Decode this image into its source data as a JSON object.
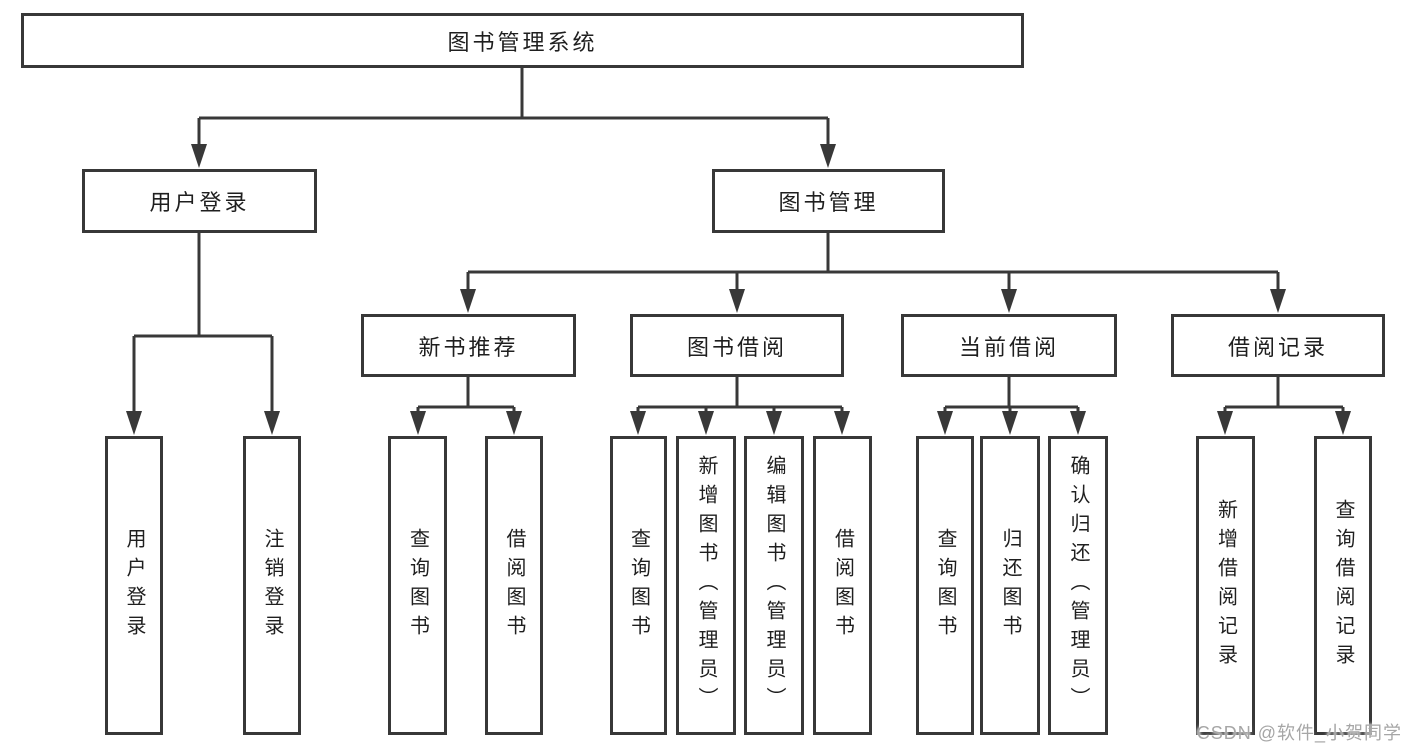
{
  "colors": {
    "line": "#383838",
    "text": "#1f1f1f",
    "watermark": "#a6a6a6",
    "background": "#ffffff"
  },
  "watermark": {
    "text": "CSDN @软件_小贺同学"
  },
  "tree": {
    "label": "图书管理系统",
    "children": [
      {
        "label": "用户登录",
        "children": [
          {
            "label": "用户登录"
          },
          {
            "label": "注销登录"
          }
        ]
      },
      {
        "label": "图书管理",
        "children": [
          {
            "label": "新书推荐",
            "children": [
              {
                "label": "查询图书"
              },
              {
                "label": "借阅图书"
              }
            ]
          },
          {
            "label": "图书借阅",
            "children": [
              {
                "label": "查询图书"
              },
              {
                "label": "新增图书（管理员）"
              },
              {
                "label": "编辑图书（管理员）"
              },
              {
                "label": "借阅图书"
              }
            ]
          },
          {
            "label": "当前借阅",
            "children": [
              {
                "label": "查询图书"
              },
              {
                "label": "归还图书"
              },
              {
                "label": "确认归还（管理员）"
              }
            ]
          },
          {
            "label": "借阅记录",
            "children": [
              {
                "label": "新增借阅记录"
              },
              {
                "label": "查询借阅记录"
              }
            ]
          }
        ]
      }
    ]
  }
}
